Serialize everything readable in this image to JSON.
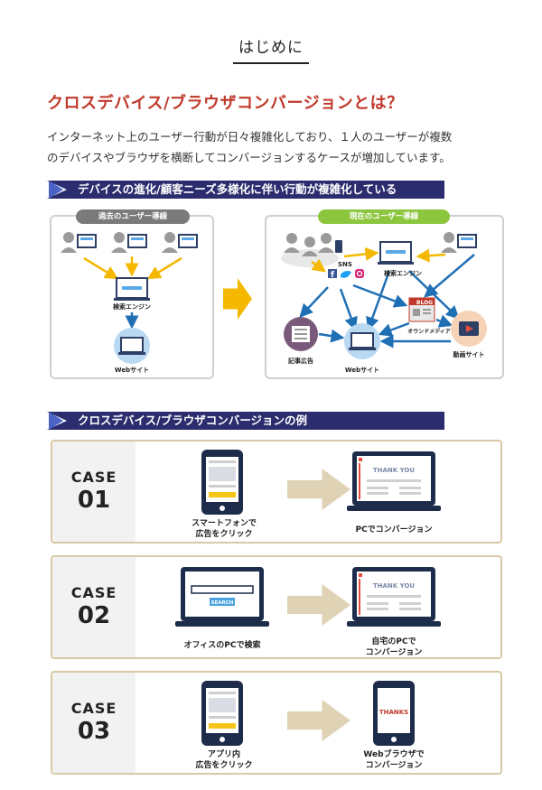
{
  "page": {
    "section_title": "はじめに",
    "main_heading": "クロスデバイス/ブラウザコンバージョンとは？",
    "intro_lines": [
      "インターネット上のユーザー行動が日々複雑化しており、１人のユーザーが複数",
      "のデバイスやブラウザを横断してコンバージョンするケースが増加しています。"
    ]
  },
  "diagram": {
    "band_label": "デバイスの進化/顧客ニーズ多様化に伴い行動が複雑化している",
    "past": {
      "pill_label": "過去のユーザー導線",
      "search_engine_label": "検索エンジン",
      "website_label": "Webサイト"
    },
    "present": {
      "pill_label": "現在のユーザー導線",
      "sns_label": "SNS",
      "search_engine_label": "検索エンジン",
      "blog_label": "BLOG",
      "owned_media_label": "オウンドメディア",
      "article_ad_label": "記事広告",
      "website_label": "Webサイト",
      "video_site_label": "動画サイト"
    },
    "colors": {
      "past_pill": "#7a7a7a",
      "present_pill": "#8cc63f",
      "arrow_yellow": "#f5b800",
      "arrow_blue": "#1f6fb5"
    }
  },
  "cases": {
    "band_label": "クロスデバイス/ブラウザコンバージョンの例",
    "items": [
      {
        "word": "CASE",
        "number": "01",
        "left_caption": [
          "スマートフォンで",
          "広告をクリック"
        ],
        "right_caption": [
          "PCでコンバージョン"
        ],
        "screen_text": "THANK YOU"
      },
      {
        "word": "CASE",
        "number": "02",
        "left_caption": [
          "オフィスのPCで検索"
        ],
        "right_caption": [
          "自宅のPCで",
          "コンバージョン"
        ],
        "search_button": "SEARCH",
        "screen_text": "THANK YOU"
      },
      {
        "word": "CASE",
        "number": "03",
        "left_caption": [
          "アプリ内",
          "広告をクリック"
        ],
        "right_caption": [
          "Webブラウザで",
          "コンバージョン"
        ],
        "screen_text": "THANKS"
      }
    ]
  },
  "icons": [
    "user-icon",
    "pc-icon",
    "smartphone-icon",
    "facebook-icon",
    "twitter-icon",
    "instagram-icon",
    "play-icon",
    "arrow-icon"
  ]
}
